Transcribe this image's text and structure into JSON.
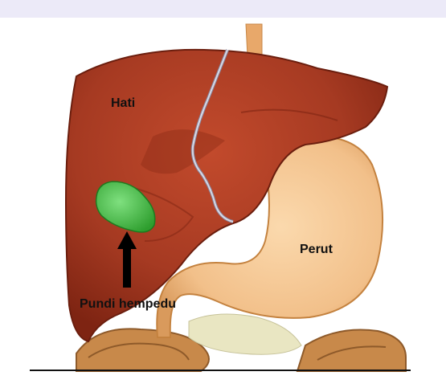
{
  "labels": {
    "liver": "Hati",
    "stomach": "Perut",
    "gallbladder": "Pundi hempedu"
  },
  "colors": {
    "liver": "#a63a22",
    "liver_dark": "#7e2412",
    "gallbladder": "#3fc43f",
    "stomach": "#f2c08a",
    "stomach_shadow": "#d99a5c",
    "esophagus": "#e8a86a",
    "intestine": "#c8894a",
    "vessel": "#b8b8c8",
    "background_band": "#eceaf8"
  },
  "icons": {
    "pointer": "arrow-up-icon"
  }
}
